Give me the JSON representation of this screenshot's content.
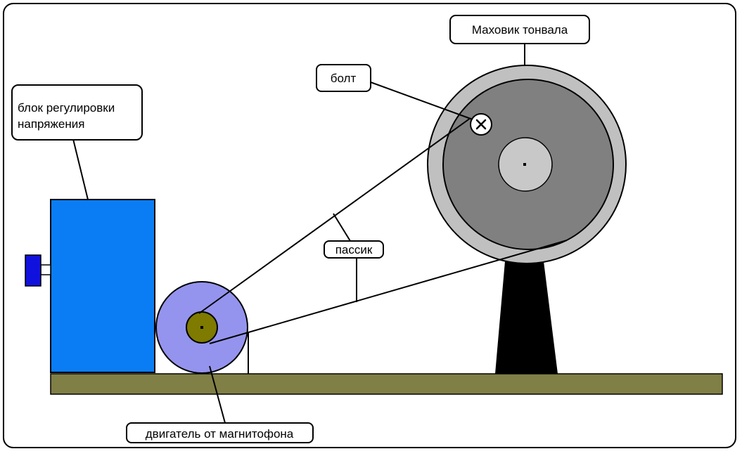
{
  "labels": {
    "voltage_block_line1": "блок регулировки",
    "voltage_block_line2": "напряжения",
    "flywheel": "Маховик тонвала",
    "bolt": "болт",
    "belt": "пассик",
    "motor": "двигатель от магнитофона"
  },
  "colors": {
    "background": "#ffffff",
    "base": "#7f7f46",
    "block": "#0b7df4",
    "knob": "#1111dd",
    "motor_disc": "#9494ee",
    "motor_hub": "#7f7a00",
    "flywheel_outer": "#c0c0c0",
    "flywheel_inner": "#808080",
    "flywheel_hub": "#c8c8c8",
    "stand": "#000000"
  },
  "icons": {
    "bolt": "cross-mark-icon"
  }
}
